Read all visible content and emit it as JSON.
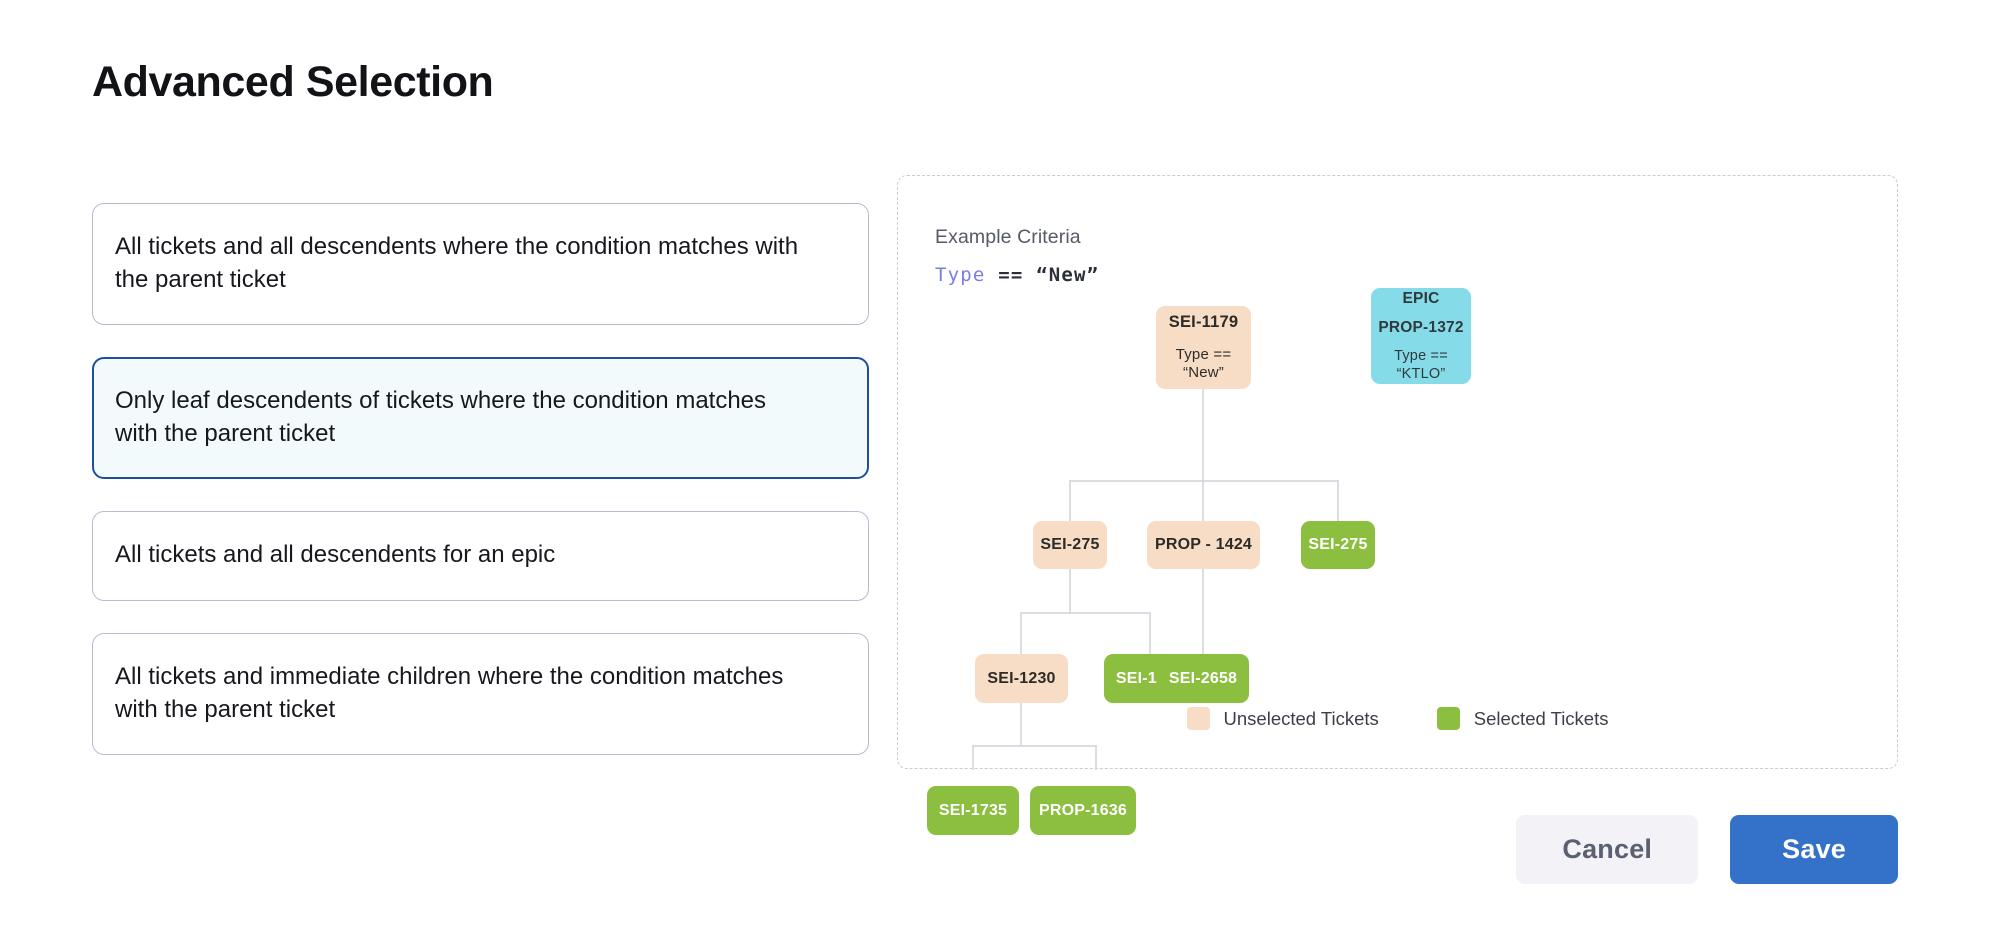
{
  "page": {
    "title": "Advanced Selection"
  },
  "options": [
    {
      "id": "all-descendents-condition",
      "label": "All tickets and all descendents where the condition matches with the parent ticket",
      "selected": false
    },
    {
      "id": "leaf-descendents-condition",
      "label": "Only leaf descendents of tickets where the condition matches with the parent ticket",
      "selected": true
    },
    {
      "id": "all-descendents-epic",
      "label": "All tickets and all descendents for an epic",
      "selected": false
    },
    {
      "id": "immediate-children-condition",
      "label": "All tickets and immediate children where the condition matches with the parent ticket",
      "selected": false
    }
  ],
  "diagram": {
    "criteria_label": "Example Criteria",
    "criteria_code": {
      "field": "Type",
      "operator": "==",
      "value": "“New”"
    },
    "nodes": [
      {
        "id": "sei-1179",
        "label": "SEI-1179",
        "sub": "Type == “New”",
        "state": "unselected",
        "color": "peach"
      },
      {
        "id": "epic-prop-1372",
        "label": "EPIC",
        "label2": "PROP-1372",
        "sub": "Type == “KTLO”",
        "state": "epic",
        "color": "cyan"
      },
      {
        "id": "sei-275-a",
        "label": "SEI-275",
        "state": "unselected",
        "color": "peach"
      },
      {
        "id": "prop-1424",
        "label": "PROP - 1424",
        "state": "unselected",
        "color": "peach"
      },
      {
        "id": "sei-275-b",
        "label": "SEI-275",
        "state": "selected",
        "color": "green"
      },
      {
        "id": "sei-1230",
        "label": "SEI-1230",
        "state": "unselected",
        "color": "peach"
      },
      {
        "id": "sei-1735-a",
        "label": "SEI-1735",
        "state": "selected",
        "color": "green"
      },
      {
        "id": "sei-2658",
        "label": "SEI-2658",
        "state": "selected",
        "color": "green"
      },
      {
        "id": "sei-1735-b",
        "label": "SEI-1735",
        "state": "selected",
        "color": "green"
      },
      {
        "id": "prop-1636",
        "label": "PROP-1636",
        "state": "selected",
        "color": "green"
      }
    ],
    "edges": [
      {
        "from": "sei-1179",
        "to": "sei-275-a"
      },
      {
        "from": "sei-1179",
        "to": "prop-1424"
      },
      {
        "from": "sei-1179",
        "to": "sei-275-b"
      },
      {
        "from": "sei-275-a",
        "to": "sei-1230"
      },
      {
        "from": "sei-275-a",
        "to": "sei-1735-a"
      },
      {
        "from": "prop-1424",
        "to": "sei-2658"
      },
      {
        "from": "sei-1230",
        "to": "sei-1735-b"
      },
      {
        "from": "sei-1230",
        "to": "prop-1636"
      }
    ],
    "legend": [
      {
        "id": "unselected",
        "label": "Unselected Tickets",
        "color": "#f8ddc6"
      },
      {
        "id": "selected",
        "label": "Selected Tickets",
        "color": "#8cbe3f"
      }
    ]
  },
  "footer": {
    "cancel_label": "Cancel",
    "save_label": "Save"
  },
  "colors": {
    "accent_blue": "#3471c8",
    "selected_border": "#1d4f9e",
    "selected_bg": "#f2fafc",
    "peach": "#f8ddc6",
    "green": "#8cbe3f",
    "cyan": "#86dbe8",
    "line": "#d6d8df"
  }
}
